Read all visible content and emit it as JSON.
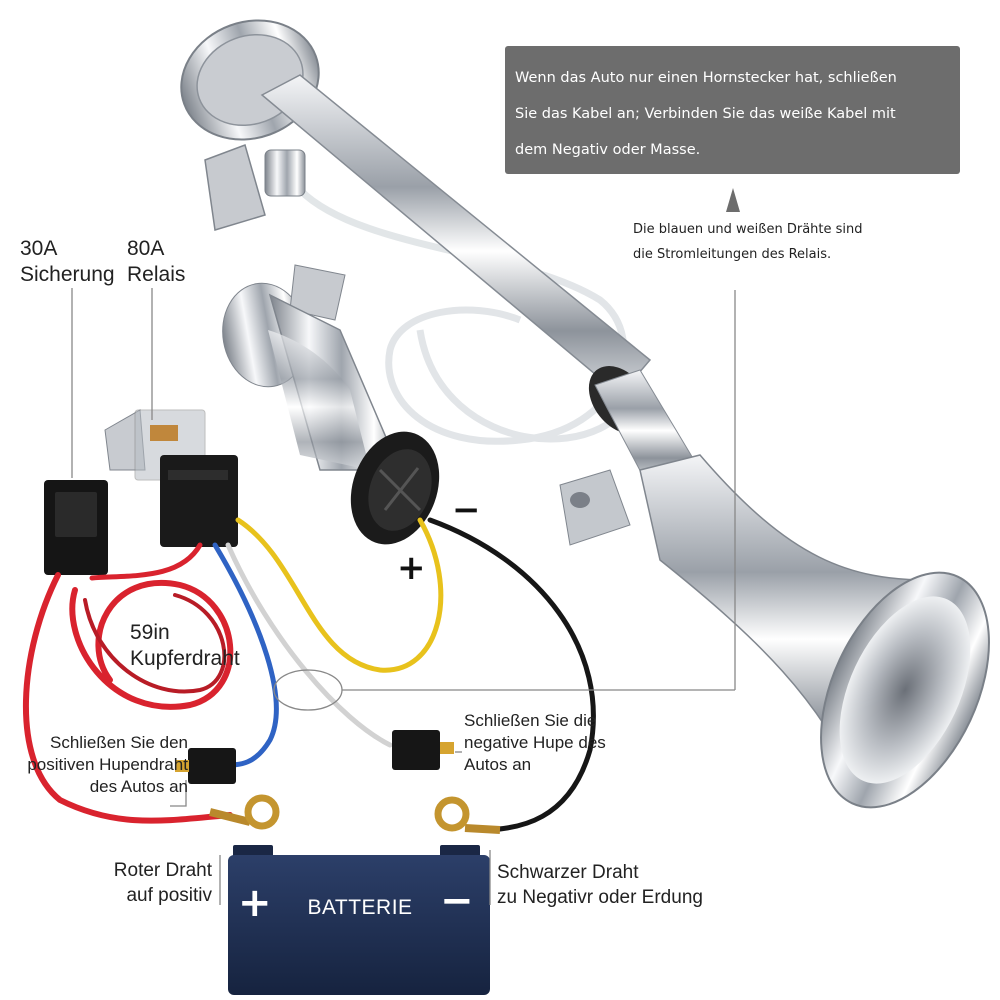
{
  "labels": {
    "fuse_amp": "30A",
    "fuse_name": "Sicherung",
    "relay_amp": "80A",
    "relay_name": "Relais",
    "wire_len": "59in",
    "wire_name": "Kupferdraht",
    "pos_horn_l1": "Schließen Sie den",
    "pos_horn_l2": "positiven Hupendraht",
    "pos_horn_l3": "des Autos an",
    "neg_horn_l1": "Schließen Sie die",
    "neg_horn_l2": "negative Hupe des",
    "neg_horn_l3": "Autos an",
    "red_l1": "Roter Draht",
    "red_l2": "auf positiv",
    "black_l1": "Schwarzer Draht",
    "black_l2": "zu Negativr oder Erdung",
    "relay_wires_l1": "Die blauen und weißen Drähte sind",
    "relay_wires_l2": "die Stromleitungen des Relais."
  },
  "callout": {
    "line1": "Wenn das Auto nur einen Hornstecker hat, schließen",
    "line2": "Sie das Kabel an; Verbinden Sie das weiße Kabel mit",
    "line3": "dem Negativ oder Masse."
  },
  "compressor": {
    "plus": "+",
    "minus": "−"
  },
  "battery": {
    "label": "BATTERIE",
    "plus": "+",
    "minus": "−"
  },
  "colors": {
    "red_wire": "#d9232e",
    "blue_wire": "#2f63c4",
    "yellow_wire": "#e8c21c",
    "white_wire": "#e9e9e9",
    "black_wire": "#161616",
    "battery_body": "#1f2f52",
    "callout_bg": "#6d6d6d",
    "chrome": "#c9ccd1"
  }
}
